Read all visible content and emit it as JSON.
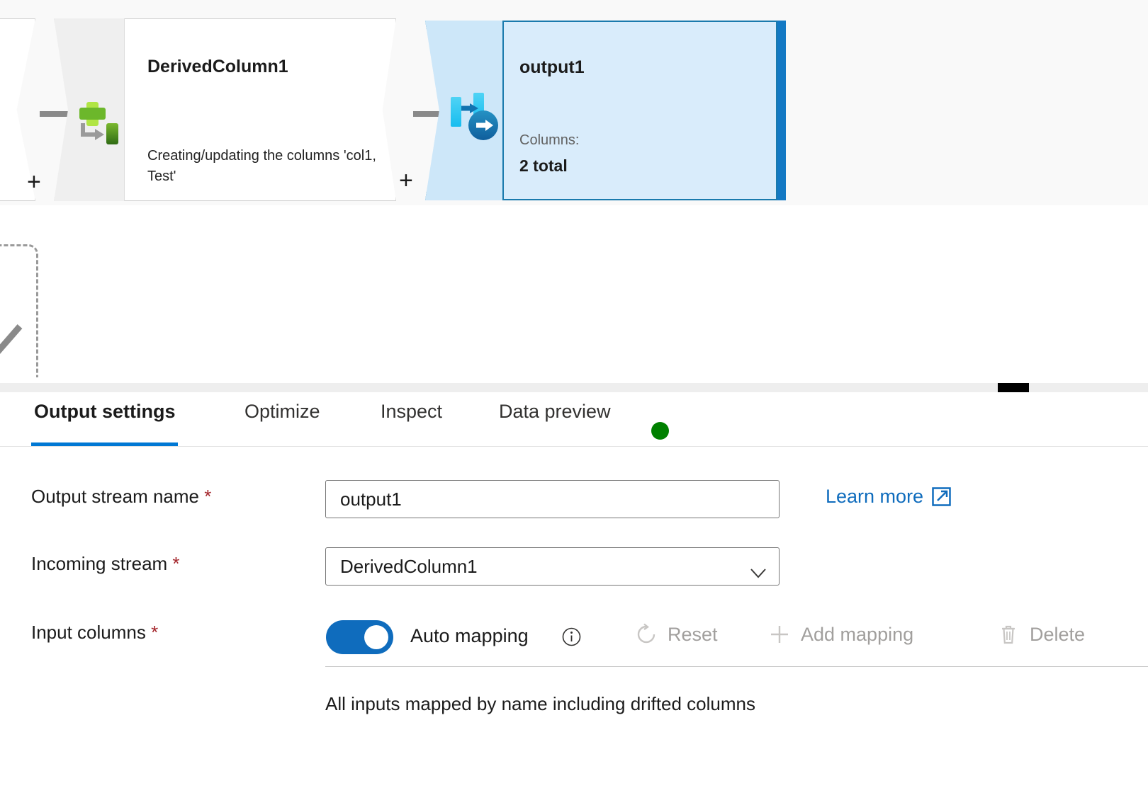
{
  "canvas": {
    "nodes": [
      {
        "id": "derived-column",
        "title": "DerivedColumn1",
        "subtitle": "Creating/updating the columns 'col1, Test'",
        "icon": "derived-column-icon",
        "selected": false
      },
      {
        "id": "sink-output",
        "title": "output1",
        "meta_label": "Columns:",
        "meta_value": "2 total",
        "icon": "sink-icon",
        "selected": true
      }
    ],
    "add_buttons": [
      "+",
      "+"
    ],
    "colors": {
      "canvas_background": "#f9f9f9",
      "selected_node_fill": "#d9ecfb",
      "selected_node_border": "#1a7aad",
      "selected_node_stack": "#1379c4",
      "node_fill": "#ffffff",
      "node_border": "#cfcfcf",
      "connector": "#8a8a8a"
    }
  },
  "panel": {
    "tabs": [
      {
        "label": "Output settings",
        "active": true
      },
      {
        "label": "Optimize",
        "active": false
      },
      {
        "label": "Inspect",
        "active": false
      },
      {
        "label": "Data preview",
        "active": false
      }
    ],
    "preview_status_color": "#008000",
    "fields": {
      "output_stream": {
        "label": "Output stream name",
        "required_marker": "*",
        "value": "output1",
        "placeholder": "Output stream name"
      },
      "incoming_stream": {
        "label": "Incoming stream",
        "required_marker": "*",
        "value": "DerivedColumn1",
        "options": [
          "DerivedColumn1"
        ]
      },
      "input_columns": {
        "label": "Input columns",
        "required_marker": "*",
        "toggle_label": "Auto mapping",
        "toggle_on": true,
        "info_icon": "info-icon",
        "commands": [
          {
            "label": "Reset",
            "icon": "reset-icon",
            "disabled": true
          },
          {
            "label": "Add mapping",
            "icon": "plus-icon",
            "disabled": true
          },
          {
            "label": "Delete",
            "icon": "trash-icon",
            "disabled": true
          }
        ],
        "note": "All inputs mapped by name including drifted columns"
      }
    },
    "learn_more": {
      "label": "Learn more",
      "icon": "external-link-icon",
      "color": "#0f6cbd"
    }
  }
}
